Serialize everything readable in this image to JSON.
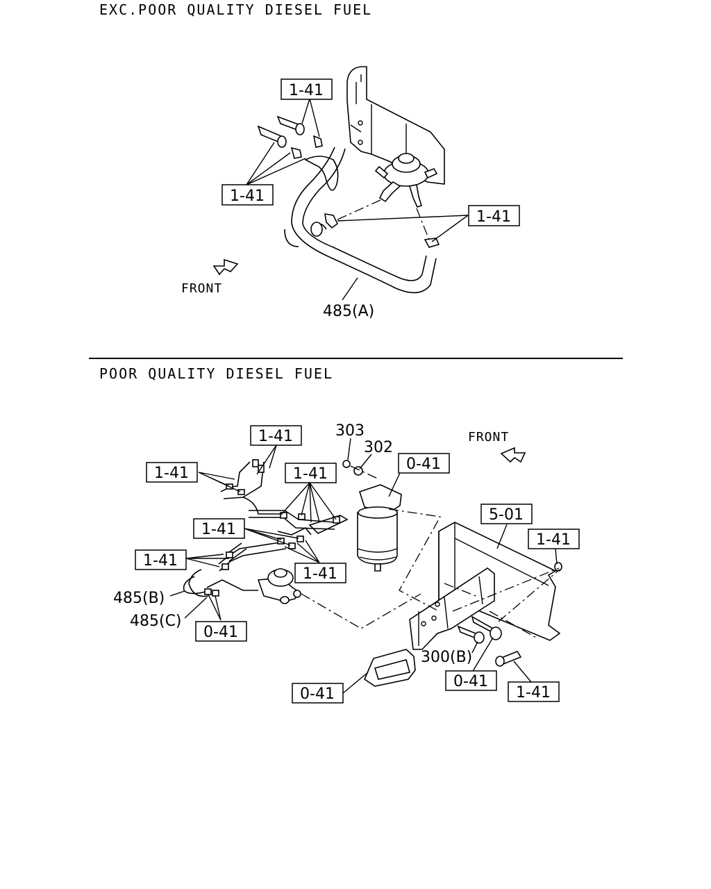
{
  "sections": [
    {
      "title": "EXC.POOR QUALITY DIESEL FUEL",
      "front_label": "FRONT",
      "callouts": [
        "1-41",
        "1-41",
        "1-41"
      ],
      "part_labels": [
        "485(A)"
      ]
    },
    {
      "title": "POOR QUALITY DIESEL FUEL",
      "front_label": "FRONT",
      "callouts": [
        "1-41",
        "1-41",
        "1-41",
        "0-41",
        "5-01",
        "1-41",
        "1-41",
        "1-41",
        "1-41",
        "0-41",
        "1-41",
        "0-41"
      ],
      "part_labels": [
        "303",
        "302",
        "485(B)",
        "485(C)",
        "300(B)"
      ]
    }
  ]
}
